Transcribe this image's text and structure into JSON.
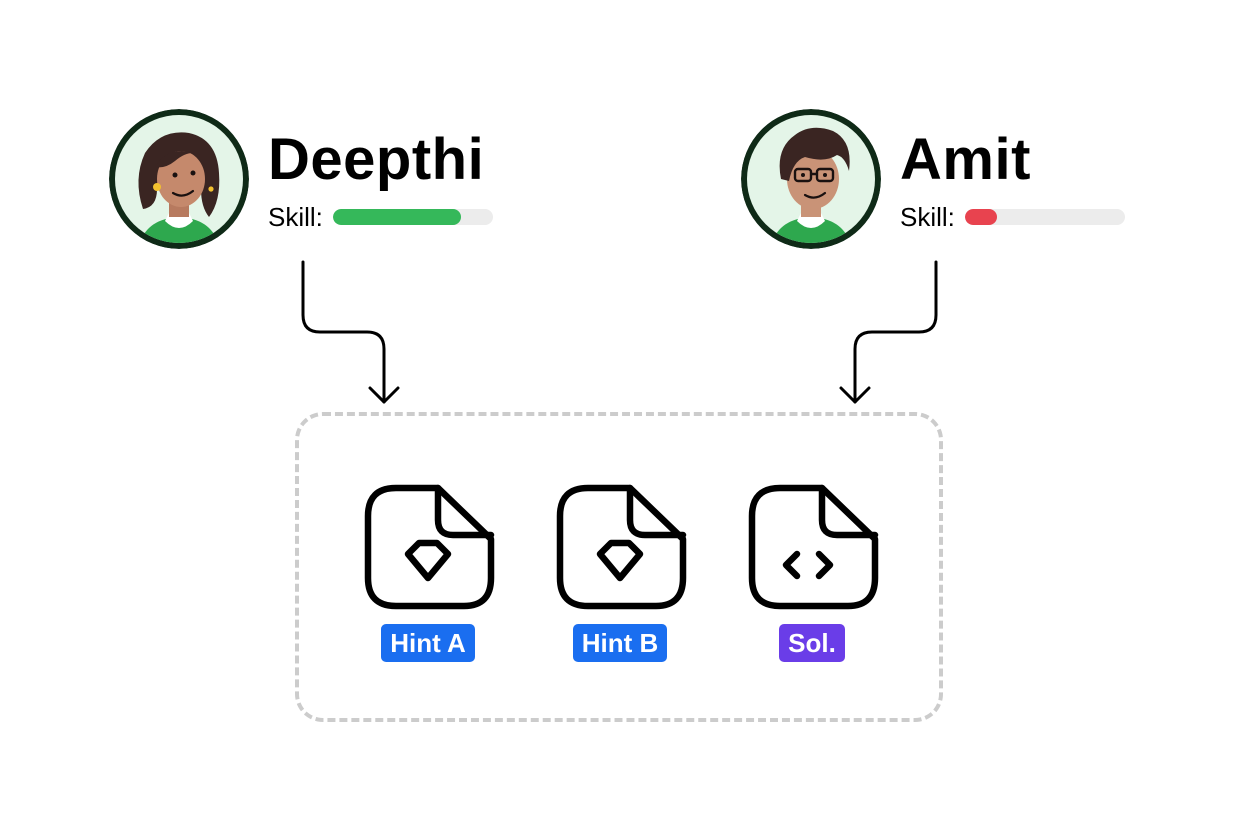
{
  "users": [
    {
      "name": "Deepthi",
      "skill_label": "Skill:",
      "skill_level": 0.8,
      "skill_color": "#35b85a"
    },
    {
      "name": "Amit",
      "skill_label": "Skill:",
      "skill_level": 0.2,
      "skill_color": "#e8434f"
    }
  ],
  "artifacts": [
    {
      "label": "Hint A",
      "icon": "gem-file-icon",
      "color": "#1a6ef0"
    },
    {
      "label": "Hint B",
      "icon": "gem-file-icon",
      "color": "#1a6ef0"
    },
    {
      "label": "Sol.",
      "icon": "code-file-icon",
      "color": "#6a3de8"
    }
  ]
}
